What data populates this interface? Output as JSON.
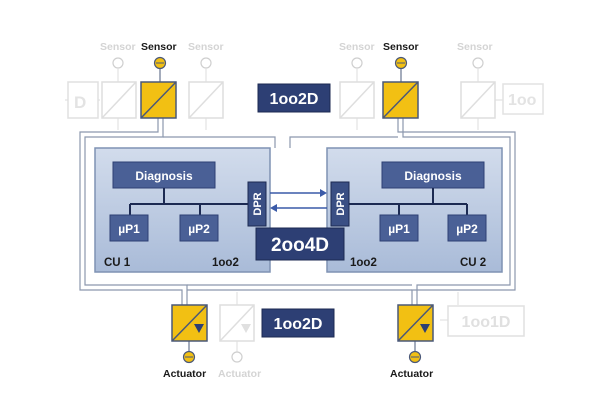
{
  "labels": {
    "sensor": "Sensor",
    "actuator": "Actuator",
    "diagnosis": "Diagnosis",
    "dpr": "DPR",
    "up1": "µP1",
    "up2": "µP2",
    "cu1": "CU 1",
    "cu2": "CU 2",
    "oo2_small": "1oo2",
    "badge_1oo2d": "1oo2D",
    "badge_2oo4d": "2oo4D",
    "badge_1oo1d": "1oo1D",
    "faded_d": "D",
    "faded_1oo": "1oo"
  },
  "colors": {
    "unit_blue": "#b9c8e0",
    "unit_border": "#7f92b3",
    "dark_blue": "#3a4f84",
    "navy": "#24356b",
    "yellow": "#f2c013",
    "gray_faded": "#d6d6d6",
    "white": "#ffffff"
  }
}
